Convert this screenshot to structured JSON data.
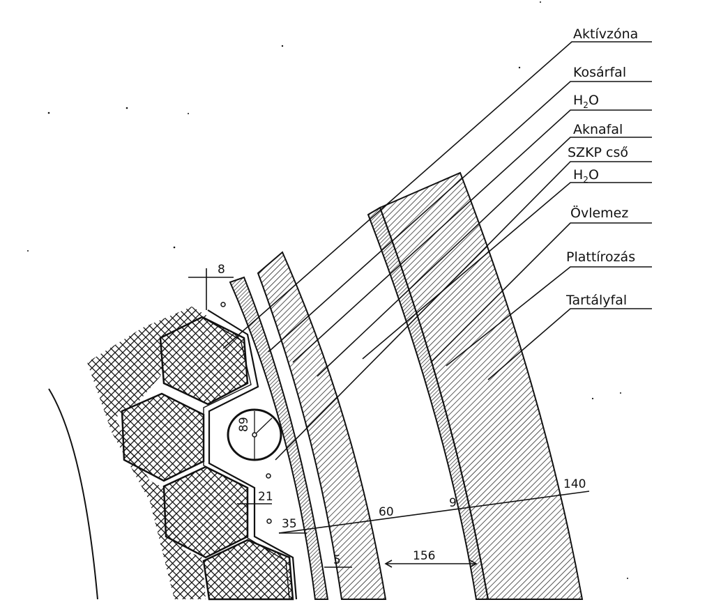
{
  "labels": {
    "aktivzona": "Aktívzóna",
    "kosarfal": "Kosárfal",
    "h2o_1_base": "H",
    "h2o_1_sub": "2",
    "h2o_1_tail": "O",
    "aknafal": "Aknafal",
    "szkp": "SZKP cső",
    "h2o_2_base": "H",
    "h2o_2_sub": "2",
    "h2o_2_tail": "O",
    "ovlemez": "Övlemez",
    "plattirozas": "Plattírozás",
    "tartalyfal": "Tartályfal"
  },
  "dimensions": {
    "d8": "8",
    "d89": "89",
    "d21": "21",
    "d35": "35",
    "d60": "60",
    "d9": "9",
    "d140": "140",
    "d156": "156",
    "d5": "5"
  }
}
